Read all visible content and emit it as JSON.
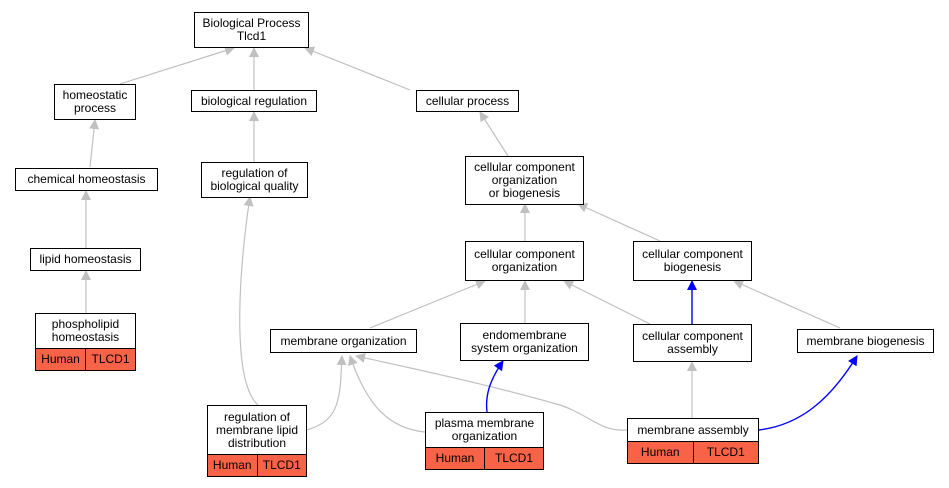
{
  "nodes": {
    "root": "Biological Process\nTlcd1",
    "homeostatic": "homeostatic\nprocess",
    "bioreg": "biological regulation",
    "cellproc": "cellular process",
    "chemhomeo": "chemical homeostasis",
    "regbioq": "regulation of\nbiological quality",
    "ccob": "cellular component\norganization\nor biogenesis",
    "lipidhomeo": "lipid homeostasis",
    "cco": "cellular component\norganization",
    "ccb": "cellular component\nbiogenesis",
    "phospho": "phospholipid\nhomeostasis",
    "memorg": "membrane organization",
    "endomem": "endomembrane\nsystem organization",
    "cca": "cellular component\nassembly",
    "membio": "membrane biogenesis",
    "regmem": "regulation of\nmembrane lipid\ndistribution",
    "plasma": "plasma membrane\norganization",
    "memassembly": "membrane assembly"
  },
  "annotation": {
    "species": "Human",
    "gene": "TLCD1"
  },
  "colors": {
    "edge": "#c0c0c0",
    "highlight_edge": "#0000ff",
    "annotation_fill": "#f86347"
  }
}
